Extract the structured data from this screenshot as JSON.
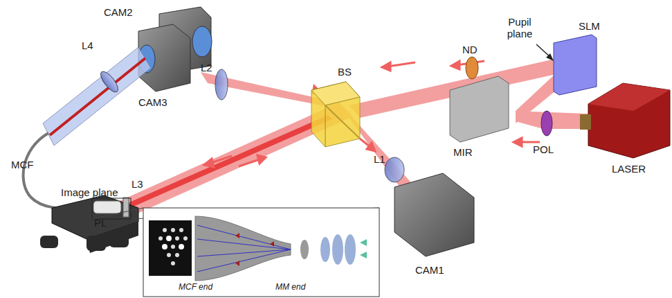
{
  "diagram": {
    "labels": [
      "CAM2",
      "CAM3",
      "L4",
      "L2",
      "BS",
      "Pupil plane",
      "SLM",
      "ND",
      "MIR",
      "POL",
      "LASER",
      "MCF",
      "Image plane",
      "L3",
      "PL",
      "L1",
      "CAM1",
      "MCF end",
      "MM end"
    ]
  }
}
